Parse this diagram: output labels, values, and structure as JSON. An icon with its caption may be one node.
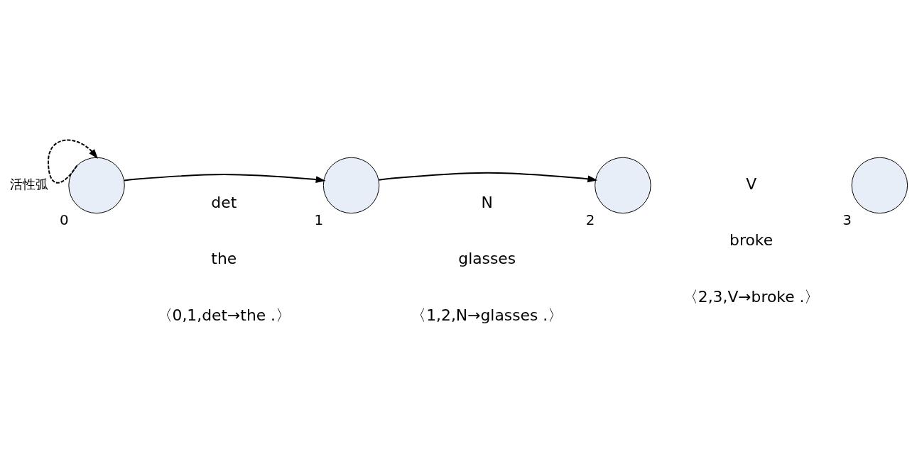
{
  "diagram": {
    "nodes": [
      {
        "text": [],
        "shape": "circle",
        "beside": [
          "0"
        ]
      },
      {
        "text": [],
        "shape": "circle",
        "beside": [
          "1"
        ]
      },
      {
        "text": [],
        "shape": "circle",
        "beside": [
          "2"
        ]
      },
      {
        "text": [],
        "shape": "circle",
        "beside": [
          "3"
        ]
      }
    ],
    "edges": [
      {
        "from": 0,
        "to": 0,
        "arrow": "to",
        "label": "活性弧",
        "style": "dashed"
      },
      {
        "from": 0,
        "to": 1,
        "arrow": "to"
      },
      {
        "from": 1,
        "to": 2,
        "arrow": "to"
      }
    ],
    "labels": [
      "det",
      "N",
      "V",
      "the",
      "glasses",
      "broke",
      "〈0,1,det→the .〉",
      "〈2,3,V→broke .〉",
      "〈1,2,N→glasses .〉"
    ]
  }
}
